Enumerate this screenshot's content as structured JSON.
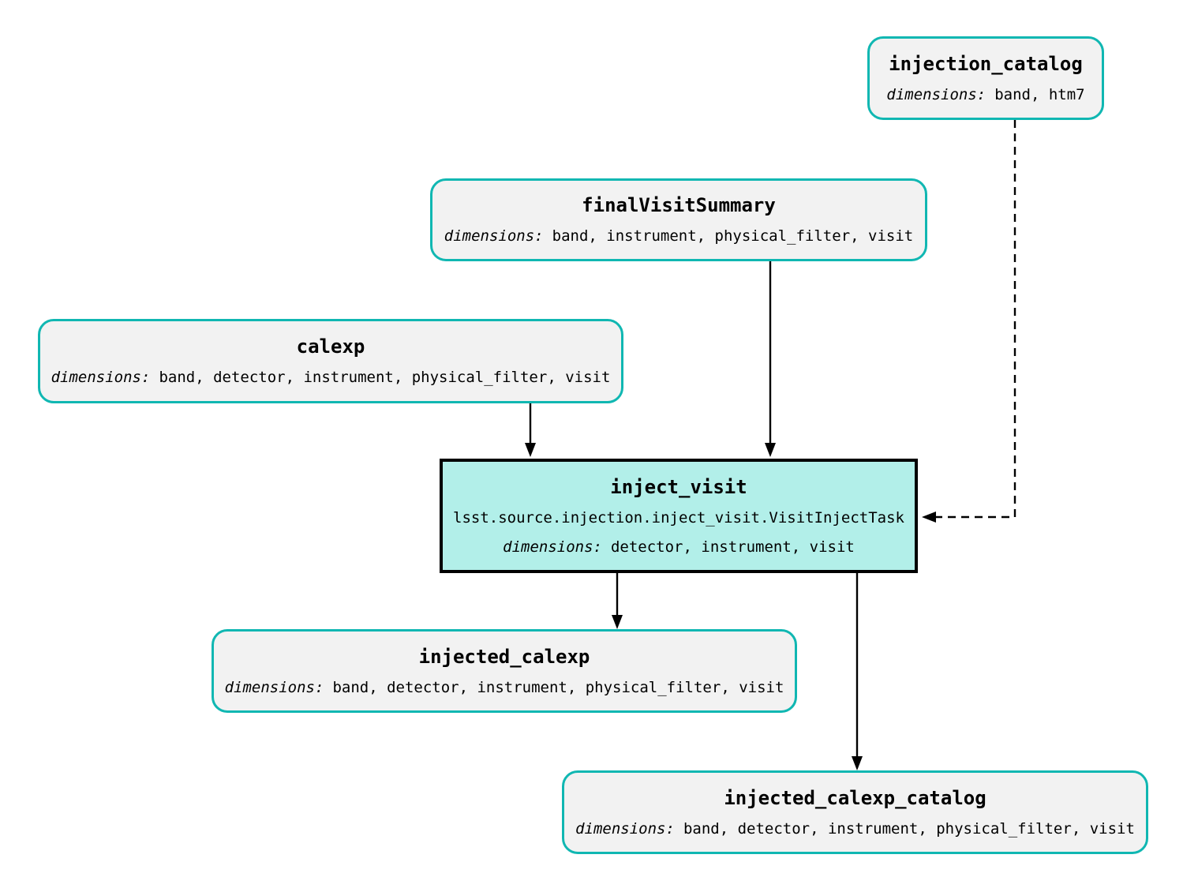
{
  "diagram": {
    "colors": {
      "background": "#ffffff",
      "dataset_border": "#10b7b2",
      "dataset_fill": "#f2f2f2",
      "task_fill": "#b2efe9",
      "task_border": "#000000",
      "edge_color": "#000000",
      "text_color": "#000000"
    },
    "nodes": [
      {
        "id": "injection_catalog",
        "type": "dataset",
        "title": "injection_catalog",
        "dimensions_label": "dimensions:",
        "dimensions": "band, htm7"
      },
      {
        "id": "finalVisitSummary",
        "type": "dataset",
        "title": "finalVisitSummary",
        "dimensions_label": "dimensions:",
        "dimensions": "band, instrument, physical_filter, visit"
      },
      {
        "id": "calexp",
        "type": "dataset",
        "title": "calexp",
        "dimensions_label": "dimensions:",
        "dimensions": "band, detector, instrument, physical_filter, visit"
      },
      {
        "id": "inject_visit",
        "type": "task",
        "title": "inject_visit",
        "task_class": "lsst.source.injection.inject_visit.VisitInjectTask",
        "dimensions_label": "dimensions:",
        "dimensions": "detector, instrument, visit"
      },
      {
        "id": "injected_calexp",
        "type": "dataset",
        "title": "injected_calexp",
        "dimensions_label": "dimensions:",
        "dimensions": "band, detector, instrument, physical_filter, visit"
      },
      {
        "id": "injected_calexp_catalog",
        "type": "dataset",
        "title": "injected_calexp_catalog",
        "dimensions_label": "dimensions:",
        "dimensions": "band, detector, instrument, physical_filter, visit"
      }
    ],
    "edges": [
      {
        "from": "calexp",
        "to": "inject_visit",
        "style": "solid"
      },
      {
        "from": "finalVisitSummary",
        "to": "inject_visit",
        "style": "solid"
      },
      {
        "from": "injection_catalog",
        "to": "inject_visit",
        "style": "dashed"
      },
      {
        "from": "inject_visit",
        "to": "injected_calexp",
        "style": "solid"
      },
      {
        "from": "inject_visit",
        "to": "injected_calexp_catalog",
        "style": "solid"
      }
    ]
  }
}
